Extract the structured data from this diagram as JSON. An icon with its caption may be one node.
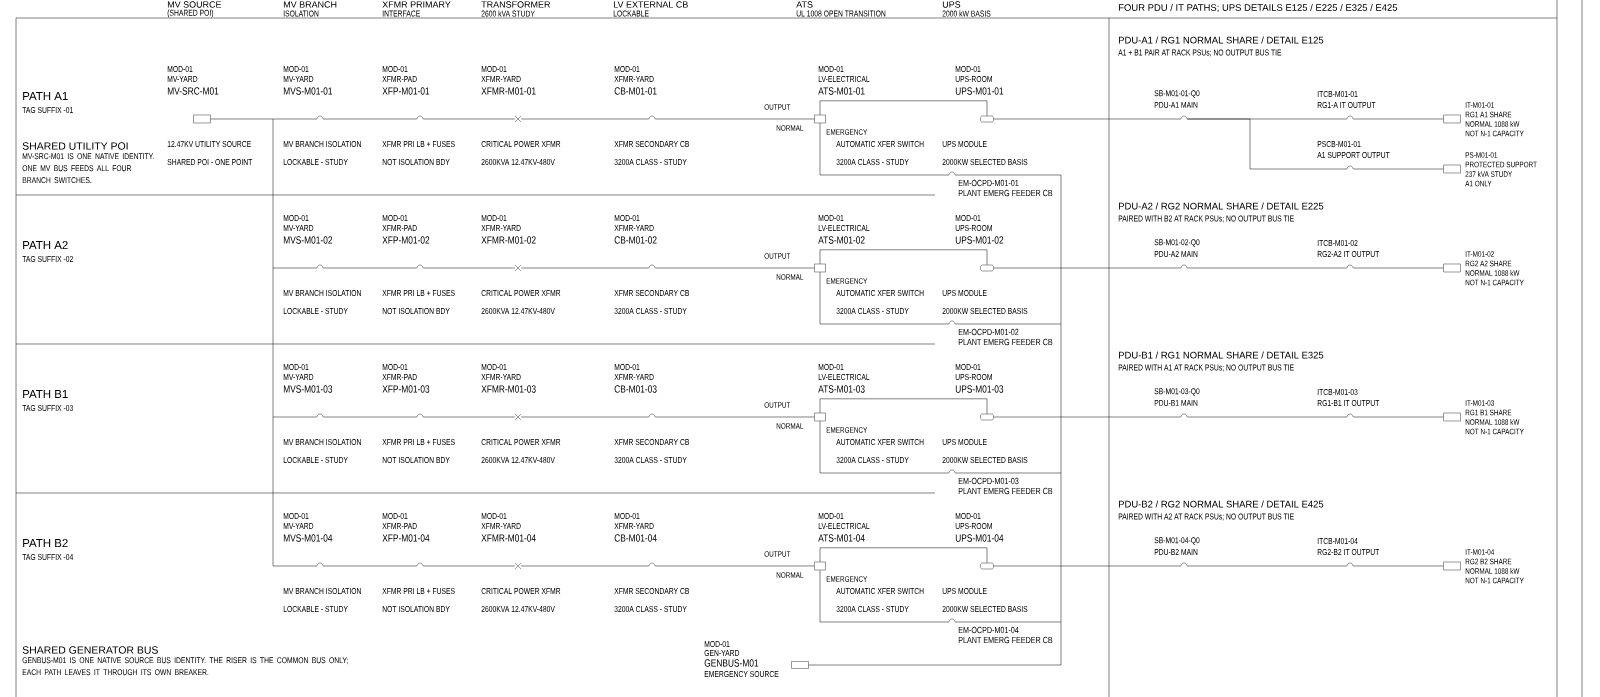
{
  "diagram": {
    "nodes": [
      {
        "text": [
          "MOD-01",
          "MV-YARD",
          "MV-SRC-M01",
          "12.47KV UTILITY SOURCE",
          "SHARED POI - ONE POINT"
        ]
      },
      {
        "text": [
          "MOD-01",
          "MV-YARD",
          "MVS-M01-01",
          "MV BRANCH ISOLATION",
          "LOCKABLE - STUDY"
        ]
      },
      {
        "text": [
          "MOD-01",
          "XFMR-PAD",
          "XFP-M01-01",
          "XFMR PRI LB + FUSES",
          "NOT ISOLATION BDY"
        ]
      },
      {
        "text": [
          "MOD-01",
          "XFMR-YARD",
          "XFMR-M01-01",
          "CRITICAL POWER XFMR",
          "2600KVA 12.47KV-480V"
        ]
      },
      {
        "text": [
          "MOD-01",
          "XFMR-YARD",
          "CB-M01-01",
          "XFMR SECONDARY CB",
          "3200A CLASS - STUDY"
        ]
      },
      {
        "text": [
          "MOD-01",
          "LV-ELECTRICAL",
          "ATS-M01-01",
          "AUTOMATIC XFER SWITCH",
          "3200A CLASS - STUDY"
        ],
        "beside": [
          "OUTPUT",
          "NORMAL",
          "EMERGENCY"
        ]
      },
      {
        "text": [
          "MOD-01",
          "UPS-ROOM",
          "UPS-M01-01",
          "UPS MODULE",
          "2000KW SELECTED BASIS"
        ]
      },
      {
        "text": [
          "EM-OCPD-M01-01",
          "PLANT EMERG FEEDER CB"
        ]
      },
      {
        "text": [
          "SB-M01-01-Q0",
          "PDU-A1 MAIN"
        ]
      },
      {
        "text": [
          "ITCB-M01-01",
          "RG1-A IT OUTPUT"
        ]
      },
      {
        "text": [
          "IT-M01-01",
          "RG1 A1 SHARE",
          "NORMAL 1088 kW",
          "NOT N-1 CAPACITY"
        ]
      },
      {
        "text": [
          "PSCB-M01-01",
          "A1 SUPPORT OUTPUT"
        ]
      },
      {
        "text": [
          "PS-M01-01",
          "PROTECTED SUPPORT",
          "237 kVA STUDY",
          "A1 ONLY"
        ]
      },
      {
        "text": [
          "MOD-01",
          "MV-YARD",
          "MVS-M01-02",
          "MV BRANCH ISOLATION",
          "LOCKABLE - STUDY"
        ]
      },
      {
        "text": [
          "MOD-01",
          "XFMR-PAD",
          "XFP-M01-02",
          "XFMR PRI LB + FUSES",
          "NOT ISOLATION BDY"
        ]
      },
      {
        "text": [
          "MOD-01",
          "XFMR-YARD",
          "XFMR-M01-02",
          "CRITICAL POWER XFMR",
          "2600KVA 12.47KV-480V"
        ]
      },
      {
        "text": [
          "MOD-01",
          "XFMR-YARD",
          "CB-M01-02",
          "XFMR SECONDARY CB",
          "3200A CLASS - STUDY"
        ]
      },
      {
        "text": [
          "MOD-01",
          "LV-ELECTRICAL",
          "ATS-M01-02",
          "AUTOMATIC XFER SWITCH",
          "3200A CLASS - STUDY"
        ],
        "beside": [
          "OUTPUT",
          "NORMAL",
          "EMERGENCY"
        ]
      },
      {
        "text": [
          "MOD-01",
          "UPS-ROOM",
          "UPS-M01-02",
          "UPS MODULE",
          "2000KW SELECTED BASIS"
        ]
      },
      {
        "text": [
          "EM-OCPD-M01-02",
          "PLANT EMERG FEEDER CB"
        ]
      },
      {
        "text": [
          "SB-M01-02-Q0",
          "PDU-A2 MAIN"
        ]
      },
      {
        "text": [
          "ITCB-M01-02",
          "RG2-A2 IT OUTPUT"
        ]
      },
      {
        "text": [
          "IT-M01-02",
          "RG2 A2 SHARE",
          "NORMAL 1088 kW",
          "NOT N-1 CAPACITY"
        ]
      },
      {
        "text": [
          "MOD-01",
          "MV-YARD",
          "MVS-M01-03",
          "MV BRANCH ISOLATION",
          "LOCKABLE - STUDY"
        ]
      },
      {
        "text": [
          "MOD-01",
          "XFMR-PAD",
          "XFP-M01-03",
          "XFMR PRI LB + FUSES",
          "NOT ISOLATION BDY"
        ]
      },
      {
        "text": [
          "MOD-01",
          "XFMR-YARD",
          "XFMR-M01-03",
          "CRITICAL POWER XFMR",
          "2600KVA 12.47KV-480V"
        ]
      },
      {
        "text": [
          "MOD-01",
          "XFMR-YARD",
          "CB-M01-03",
          "XFMR SECONDARY CB",
          "3200A CLASS - STUDY"
        ]
      },
      {
        "text": [
          "MOD-01",
          "LV-ELECTRICAL",
          "ATS-M01-03",
          "AUTOMATIC XFER SWITCH",
          "3200A CLASS - STUDY"
        ],
        "beside": [
          "OUTPUT",
          "NORMAL",
          "EMERGENCY"
        ]
      },
      {
        "text": [
          "MOD-01",
          "UPS-ROOM",
          "UPS-M01-03",
          "UPS MODULE",
          "2000KW SELECTED BASIS"
        ]
      },
      {
        "text": [
          "EM-OCPD-M01-03",
          "PLANT EMERG FEEDER CB"
        ]
      },
      {
        "text": [
          "SB-M01-03-Q0",
          "PDU-B1 MAIN"
        ]
      },
      {
        "text": [
          "ITCB-M01-03",
          "RG1-B1 IT OUTPUT"
        ]
      },
      {
        "text": [
          "IT-M01-03",
          "RG1 B1 SHARE",
          "NORMAL 1088 kW",
          "NOT N-1 CAPACITY"
        ]
      },
      {
        "text": [
          "MOD-01",
          "MV-YARD",
          "MVS-M01-04",
          "MV BRANCH ISOLATION",
          "LOCKABLE - STUDY"
        ]
      },
      {
        "text": [
          "MOD-01",
          "XFMR-PAD",
          "XFP-M01-04",
          "XFMR PRI LB + FUSES",
          "NOT ISOLATION BDY"
        ]
      },
      {
        "text": [
          "MOD-01",
          "XFMR-YARD",
          "XFMR-M01-04",
          "CRITICAL POWER XFMR",
          "2600KVA 12.47KV-480V"
        ]
      },
      {
        "text": [
          "MOD-01",
          "XFMR-YARD",
          "CB-M01-04",
          "XFMR SECONDARY CB",
          "3200A CLASS - STUDY"
        ]
      },
      {
        "text": [
          "MOD-01",
          "LV-ELECTRICAL",
          "ATS-M01-04",
          "AUTOMATIC XFER SWITCH",
          "3200A CLASS - STUDY"
        ],
        "beside": [
          "OUTPUT",
          "NORMAL",
          "EMERGENCY"
        ]
      },
      {
        "text": [
          "MOD-01",
          "UPS-ROOM",
          "UPS-M01-04",
          "UPS MODULE",
          "2000KW SELECTED BASIS"
        ]
      },
      {
        "text": [
          "EM-OCPD-M01-04",
          "PLANT EMERG FEEDER CB"
        ]
      },
      {
        "text": [
          "SB-M01-04-Q0",
          "PDU-B2 MAIN"
        ]
      },
      {
        "text": [
          "ITCB-M01-04",
          "RG2-B2 IT OUTPUT"
        ]
      },
      {
        "text": [
          "IT-M01-04",
          "RG2 B2 SHARE",
          "NORMAL 1088 kW",
          "NOT N-1 CAPACITY"
        ]
      },
      {
        "text": [
          "MOD-01",
          "GEN-YARD",
          "GENBUS-M01",
          "EMERGENCY SOURCE"
        ]
      }
    ],
    "edges": [
      {
        "from": 0,
        "to": 1,
        "arrow": "none"
      },
      {
        "from": 0,
        "to": 13,
        "arrow": "none"
      },
      {
        "from": 0,
        "to": 23,
        "arrow": "none"
      },
      {
        "from": 0,
        "to": 33,
        "arrow": "none"
      },
      {
        "from": 1,
        "to": 2,
        "arrow": "none"
      },
      {
        "from": 2,
        "to": 3,
        "arrow": "none"
      },
      {
        "from": 3,
        "to": 4,
        "arrow": "none"
      },
      {
        "from": 4,
        "to": 5,
        "arrow": "none"
      },
      {
        "from": 5,
        "to": 6,
        "arrow": "none"
      },
      {
        "from": 6,
        "to": 8,
        "arrow": "none"
      },
      {
        "from": 8,
        "to": 9,
        "arrow": "none"
      },
      {
        "from": 9,
        "to": 10,
        "arrow": "none"
      },
      {
        "from": 8,
        "to": 11,
        "arrow": "none"
      },
      {
        "from": 11,
        "to": 12,
        "arrow": "none"
      },
      {
        "from": 43,
        "to": 7,
        "arrow": "none"
      },
      {
        "from": 7,
        "to": 5,
        "arrow": "none"
      },
      {
        "from": 13,
        "to": 14,
        "arrow": "none"
      },
      {
        "from": 14,
        "to": 15,
        "arrow": "none"
      },
      {
        "from": 15,
        "to": 16,
        "arrow": "none"
      },
      {
        "from": 16,
        "to": 17,
        "arrow": "none"
      },
      {
        "from": 17,
        "to": 18,
        "arrow": "none"
      },
      {
        "from": 18,
        "to": 20,
        "arrow": "none"
      },
      {
        "from": 20,
        "to": 21,
        "arrow": "none"
      },
      {
        "from": 21,
        "to": 22,
        "arrow": "none"
      },
      {
        "from": 43,
        "to": 19,
        "arrow": "none"
      },
      {
        "from": 19,
        "to": 17,
        "arrow": "none"
      },
      {
        "from": 23,
        "to": 24,
        "arrow": "none"
      },
      {
        "from": 24,
        "to": 25,
        "arrow": "none"
      },
      {
        "from": 25,
        "to": 26,
        "arrow": "none"
      },
      {
        "from": 26,
        "to": 27,
        "arrow": "none"
      },
      {
        "from": 27,
        "to": 28,
        "arrow": "none"
      },
      {
        "from": 28,
        "to": 30,
        "arrow": "none"
      },
      {
        "from": 30,
        "to": 31,
        "arrow": "none"
      },
      {
        "from": 31,
        "to": 32,
        "arrow": "none"
      },
      {
        "from": 43,
        "to": 29,
        "arrow": "none"
      },
      {
        "from": 29,
        "to": 27,
        "arrow": "none"
      },
      {
        "from": 33,
        "to": 34,
        "arrow": "none"
      },
      {
        "from": 34,
        "to": 35,
        "arrow": "none"
      },
      {
        "from": 35,
        "to": 36,
        "arrow": "none"
      },
      {
        "from": 36,
        "to": 37,
        "arrow": "none"
      },
      {
        "from": 37,
        "to": 38,
        "arrow": "none"
      },
      {
        "from": 38,
        "to": 40,
        "arrow": "none"
      },
      {
        "from": 40,
        "to": 41,
        "arrow": "none"
      },
      {
        "from": 41,
        "to": 42,
        "arrow": "none"
      },
      {
        "from": 43,
        "to": 39,
        "arrow": "none"
      },
      {
        "from": 39,
        "to": 37,
        "arrow": "none"
      }
    ],
    "labels": [
      "MV SOURCE",
      "(SHARED POI)",
      "MV BRANCH",
      "ISOLATION",
      "XFMR PRIMARY",
      "INTERFACE",
      "TRANSFORMER",
      "2600 kVA STUDY",
      "LV EXTERNAL CB",
      "LOCKABLE",
      "ATS",
      "UL 1008 OPEN TRANSITION",
      "UPS",
      "2000 kW BASIS",
      "FOUR PDU / IT PATHS; UPS DETAILS E125 / E225 / E325 / E425",
      "PATH A1",
      "TAG SUFFIX -01",
      "SHARED UTILITY POI",
      "MV-SRC-M01 IS ONE NATIVE IDENTITY. ONE MV BUS FEEDS ALL FOUR BRANCH SWITCHES.",
      "PDU-A1 / RG1 NORMAL SHARE / DETAIL E125",
      "A1 + B1 PAIR AT RACK PSUs; NO OUTPUT BUS TIE",
      "PATH A2",
      "TAG SUFFIX -02",
      "PDU-A2 / RG2 NORMAL SHARE / DETAIL E225",
      "PAIRED WITH B2 AT RACK PSUs; NO OUTPUT BUS TIE",
      "PATH B1",
      "TAG SUFFIX -03",
      "PDU-B1 / RG1 NORMAL SHARE / DETAIL E325",
      "PAIRED WITH A1 AT RACK PSUs; NO OUTPUT BUS TIE",
      "PATH B2",
      "TAG SUFFIX -04",
      "PDU-B2 / RG2 NORMAL SHARE / DETAIL E425",
      "PAIRED WITH A2 AT RACK PSUs; NO OUTPUT BUS TIE",
      "SHARED GENERATOR BUS",
      "GENBUS-M01 IS ONE NATIVE SOURCE BUS IDENTITY. THE RISER IS THE COMMON BUS ONLY; EACH PATH LEAVES IT THROUGH ITS OWN BREAKER."
    ]
  }
}
